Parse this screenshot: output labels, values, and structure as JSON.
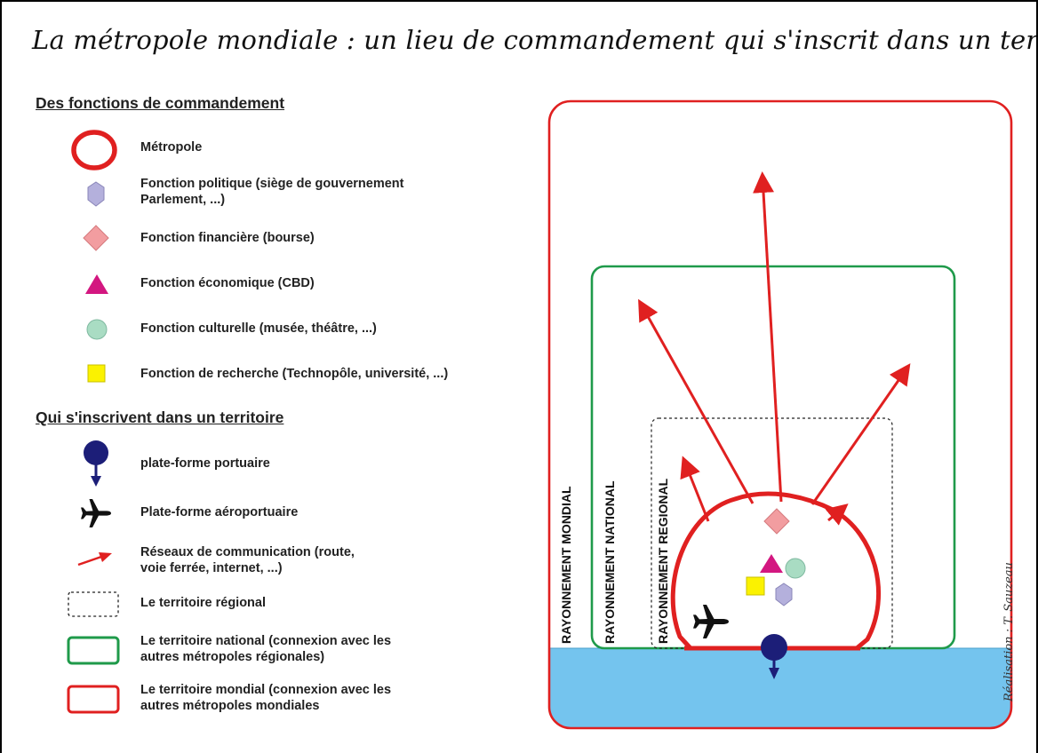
{
  "title": "La métropole mondiale : un lieu de commandement qui s'inscrit dans un territoire",
  "sections": {
    "commandement": "Des fonctions de commandement",
    "territoire": "Qui s'inscrivent dans un territoire"
  },
  "legend": {
    "metropole": "Métropole",
    "politique_line1": "Fonction politique (siège de gouvernement",
    "politique_line2": "Parlement, ...)",
    "financiere": "Fonction financière (bourse)",
    "economique": "Fonction économique (CBD)",
    "culturelle": "Fonction culturelle (musée, théâtre, ...)",
    "recherche": "Fonction de recherche (Technopôle, université, ...)",
    "portuaire": "plate-forme portuaire",
    "aeroportuaire": "Plate-forme aéroportuaire",
    "reseaux_line1": "Réseaux de communication (route,",
    "reseaux_line2": "voie ferrée, internet, ...)",
    "regional": "Le territoire régional",
    "national_line1": "Le territoire national (connexion avec les",
    "national_line2": "autres métropoles régionales)",
    "mondial_line1": "Le territoire mondial (connexion avec les",
    "mondial_line2": "autres métropoles mondiales"
  },
  "diagram_labels": {
    "mondial": "RAYONNEMENT MONDIAL",
    "national": "RAYONNEMENT NATIONAL",
    "regional": "RAYONNEMENT REGIONAL"
  },
  "signature": "Réalisation : T. Sauzeau",
  "colors": {
    "red": "#e02020",
    "green": "#1f9a4a",
    "sea": "#74c4ee",
    "navy": "#1c1e78",
    "political": "#b4b0dc",
    "financial": "#f29da0",
    "economic": "#d31780",
    "cultural": "#a9dcc3",
    "research": "#fbf200"
  },
  "icons": [
    "metropole-ring-icon",
    "hexagon-icon",
    "diamond-icon",
    "triangle-icon",
    "circle-icon",
    "square-icon",
    "port-pin-icon",
    "airplane-icon",
    "arrow-icon"
  ]
}
